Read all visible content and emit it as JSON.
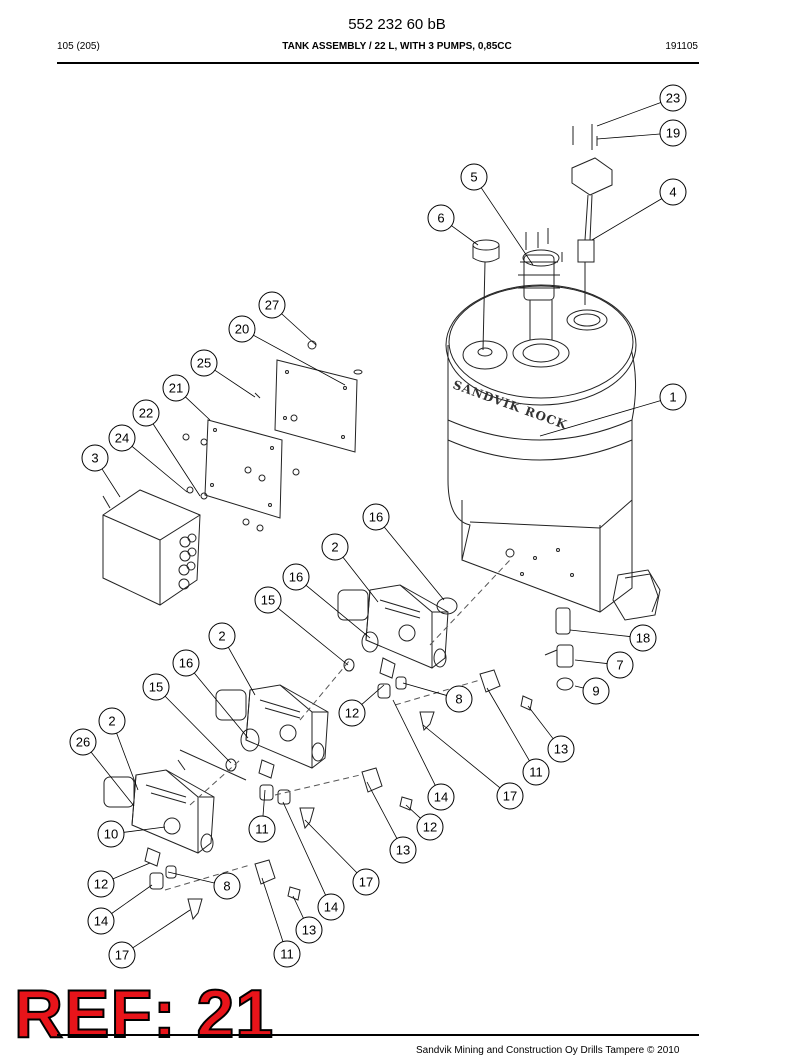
{
  "header": {
    "doc_number": "552 232 60 bB",
    "page": "105 (205)",
    "title": "TANK ASSEMBLY / 22 L, WITH 3 PUMPS, 0,85CC",
    "date_code": "191105"
  },
  "drawing": {
    "brand_mark": "SANDVIK ROCK",
    "callouts": [
      "23",
      "19",
      "5",
      "4",
      "6",
      "27",
      "20",
      "25",
      "1",
      "21",
      "22",
      "24",
      "3",
      "16",
      "2",
      "16",
      "15",
      "18",
      "7",
      "2",
      "16",
      "9",
      "15",
      "8",
      "12",
      "2",
      "26",
      "13",
      "11",
      "17",
      "14",
      "10",
      "12",
      "13",
      "11",
      "12",
      "8",
      "17",
      "14",
      "14",
      "13",
      "17",
      "11"
    ]
  },
  "stamp": {
    "text": "REF: 21"
  },
  "footer": {
    "copyright": "Sandvik Mining and Construction Oy Drills Tampere © 2010"
  }
}
